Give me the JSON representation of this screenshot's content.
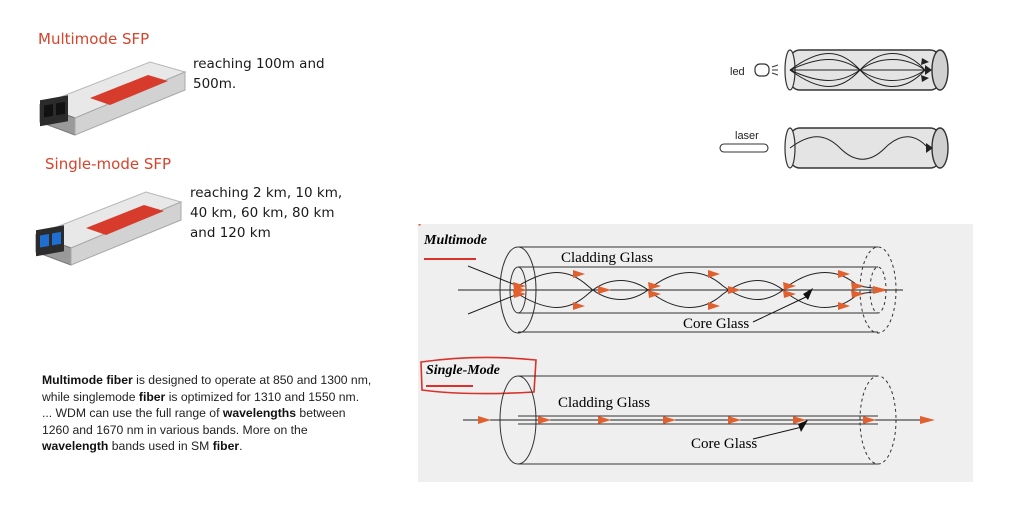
{
  "multimode_sfp": {
    "title": "Multimode SFP",
    "desc_lines": [
      "reaching 100m and",
      "500m."
    ]
  },
  "singlemode_sfp": {
    "title": "Single-mode SFP",
    "desc_lines": [
      "reaching 2 km, 10 km,",
      "40 km, 60 km, 80 km",
      "and 120 km"
    ]
  },
  "paragraph": {
    "p1_bold": "Multimode fiber",
    "p1": " is designed to operate at 850 and 1300 nm, while singlemode ",
    "p2_bold": "fiber",
    "p2": " is optimized for 1310 and 1550 nm. ... WDM can use the full range of ",
    "p3_bold": "wavelengths",
    "p3": " between 1260 and 1670 nm in various bands. More on the ",
    "p4_bold": "wavelength",
    "p4": " bands used in SM ",
    "p5_bold": "fiber",
    "p5": "."
  },
  "source_diagram": {
    "led_label": "led",
    "laser_label": "laser"
  },
  "fiber_diagram": {
    "multimode_label": "Multimode",
    "singlemode_label": "Single-Mode",
    "cladding_label": "Cladding Glass",
    "core_label": "Core Glass",
    "arrow_color": "#e0602f",
    "annotation_color": "#d8322a"
  }
}
